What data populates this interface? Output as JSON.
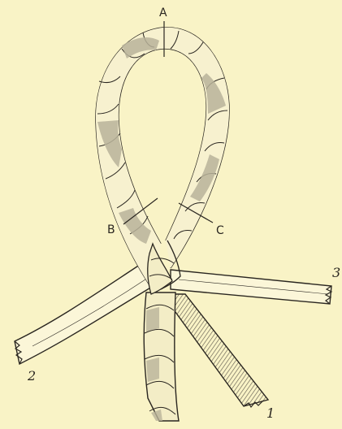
{
  "diagram": {
    "labels": {
      "a": "A",
      "b": "B",
      "c": "C",
      "end_1": "1",
      "end_2": "2",
      "end_3": "3"
    },
    "colors": {
      "background": "#f9f3c6",
      "ink": "#2a2620",
      "strand_shade": "#b9b39a",
      "strand_light": "#fbf6d8"
    }
  }
}
